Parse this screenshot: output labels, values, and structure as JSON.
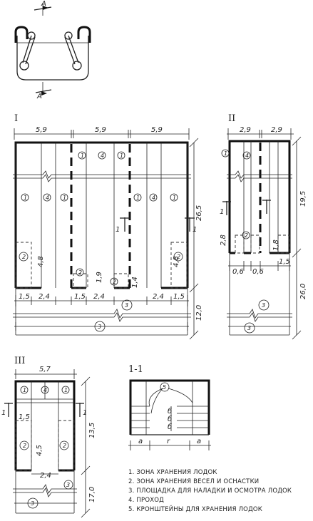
{
  "sections": {
    "plan_1": {
      "label": "I"
    },
    "plan_2": {
      "label": "II"
    },
    "plan_3": {
      "label": "III"
    },
    "section_1_1": {
      "label": "1-1"
    }
  },
  "detail_a": {
    "label": "A"
  },
  "plan_1_dims": {
    "top1": "5,9",
    "top2": "5,9",
    "top3": "5,9",
    "right_v1": "26,5",
    "right_v2": "12,0",
    "left_h": "4,8",
    "right_h": "4,8",
    "mid_h1": "1,9",
    "mid_h2": "1,4",
    "b1": "1,5",
    "b2": "2,4",
    "b3": "1,5",
    "b4": "2,4",
    "b5": "2,4",
    "b6": "1,5",
    "cut": "1"
  },
  "plan_2_dims": {
    "top1": "2,9",
    "top2": "2,9",
    "right_v1": "19,5",
    "right_v2": "26,0",
    "left_v": "2,8",
    "mid_v": "1,8",
    "b1": "0,6",
    "b2": "0,6",
    "b3": "1,5",
    "cut": "1"
  },
  "plan_3_dims": {
    "top": "5,7",
    "right_v1": "13,5",
    "right_v2": "17,0",
    "h1": "1,5",
    "h2": "4,5",
    "h3": "2,4",
    "cut": "1"
  },
  "section_dims": {
    "a1": "a",
    "r": "r",
    "a2": "a",
    "b1": "б",
    "b2": "б",
    "b3": "б"
  },
  "zones": {
    "z1": "1",
    "z2": "2",
    "z3": "3",
    "z4": "4",
    "z5": "5"
  },
  "legend": [
    "1.  ЗОНА ХРАНЕНИЯ ЛОДОК",
    "2.  ЗОНА ХРАНЕНИЯ ВЕСЕЛ И ОСНАСТКИ",
    "3.  ПЛОЩАДКА ДЛЯ НАЛАДКИ И ОСМОТРА ЛОДОК",
    "4.  ПРОХОД",
    "5.  КРОНШТЕЙНЫ ДЛЯ ХРАНЕНИЯ ЛОДОК"
  ]
}
